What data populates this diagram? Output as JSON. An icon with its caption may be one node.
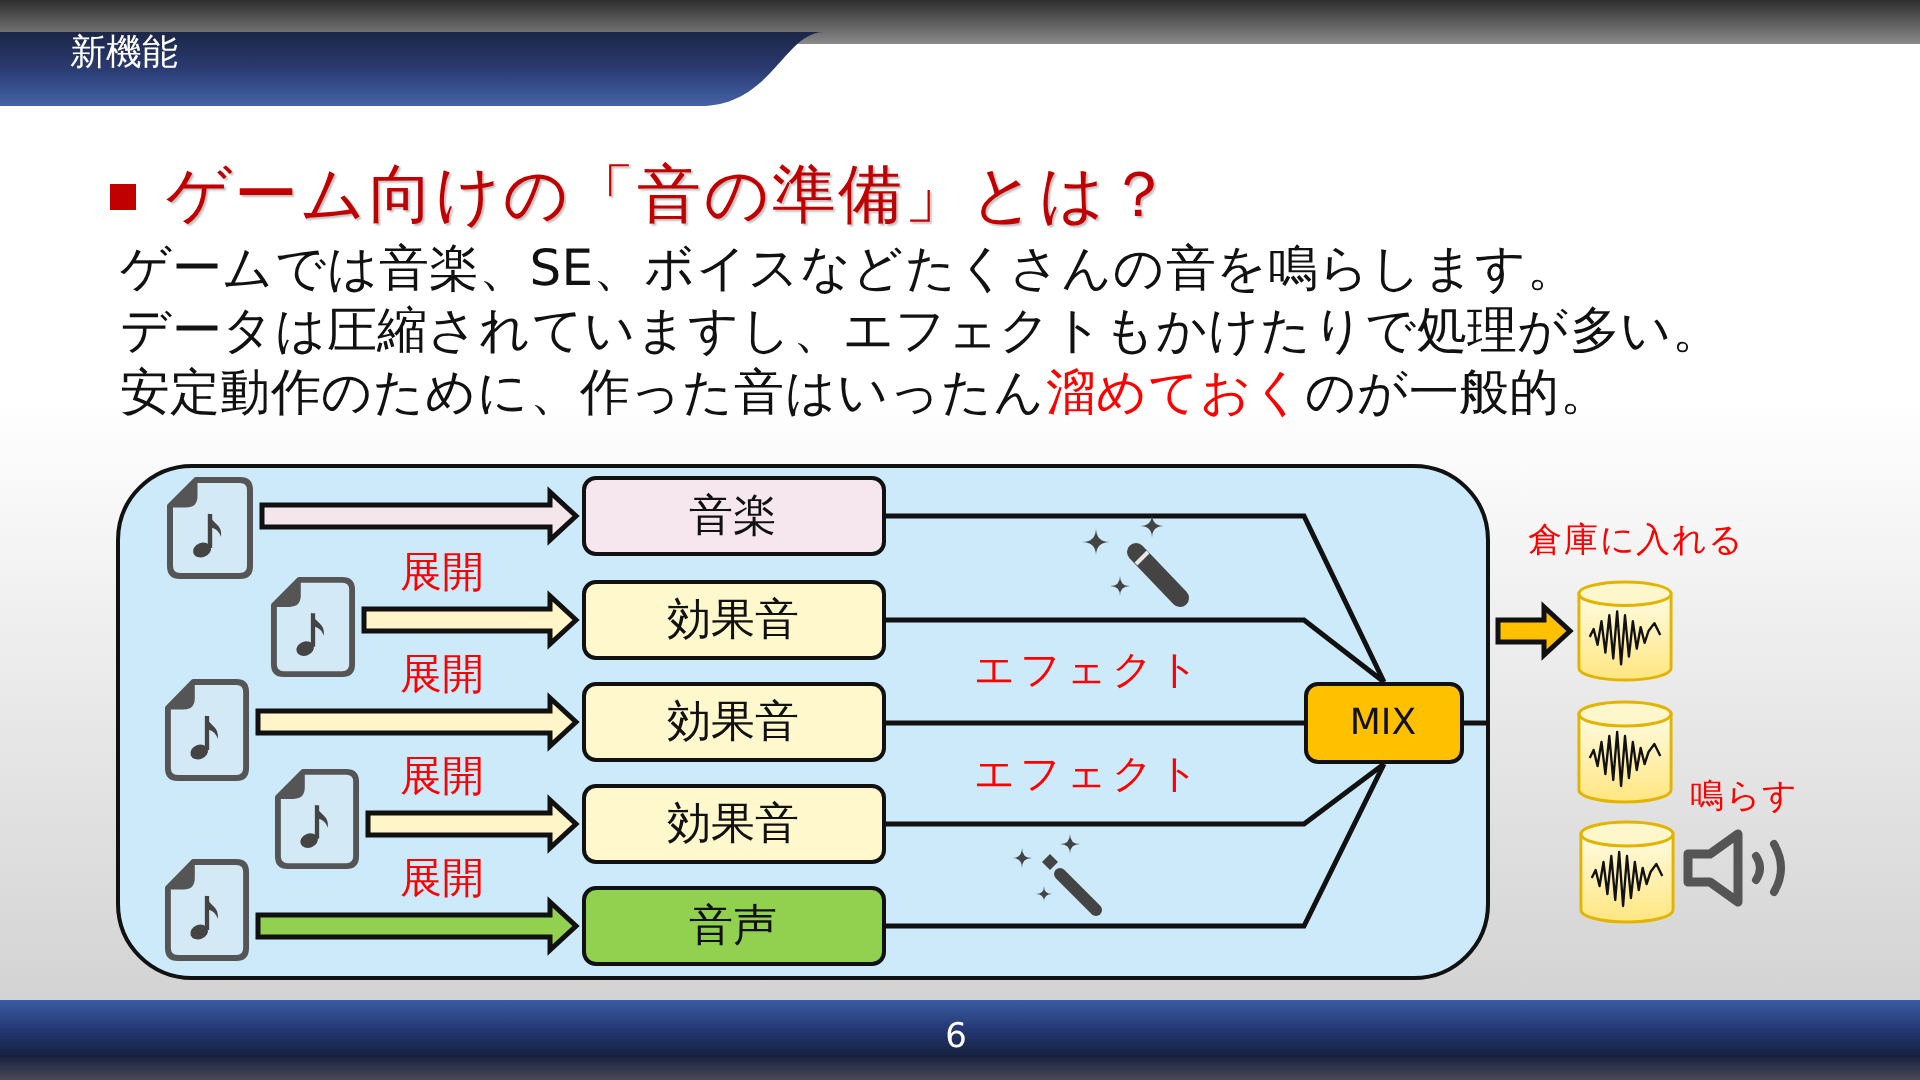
{
  "diagram": {
    "title": "ゲーム向けの「音の準備」とは？",
    "nodes": [
      {
        "text": [],
        "shape": "box"
      },
      {
        "text": [],
        "shape": "picture",
        "in": 0
      },
      {
        "text": [
          "音楽"
        ],
        "in": 0
      },
      {
        "text": [],
        "shape": "picture",
        "in": 0
      },
      {
        "text": [
          "効果音"
        ],
        "in": 0
      },
      {
        "text": [],
        "shape": "picture",
        "in": 0
      },
      {
        "text": [
          "効果音"
        ],
        "in": 0
      },
      {
        "text": [],
        "shape": "picture",
        "in": 0
      },
      {
        "text": [
          "効果音"
        ],
        "in": 0
      },
      {
        "text": [],
        "shape": "picture",
        "in": 0
      },
      {
        "text": [
          "音声"
        ],
        "in": 0
      },
      {
        "text": [
          "MIX"
        ],
        "in": 0
      },
      {
        "text": [],
        "shape": "cylinder",
        "beside": [
          "倉庫に入れる"
        ]
      },
      {
        "text": [],
        "shape": "cylinder"
      },
      {
        "text": [],
        "shape": "cylinder"
      }
    ],
    "edges": [
      {
        "from": 1,
        "to": 2,
        "arrow": "to",
        "color": "#f5e6ec"
      },
      {
        "from": 3,
        "to": 4,
        "arrow": "to",
        "label": "展開"
      },
      {
        "from": 5,
        "to": 6,
        "arrow": "to",
        "label": "展開"
      },
      {
        "from": 7,
        "to": 8,
        "arrow": "to",
        "label": "展開"
      },
      {
        "from": 9,
        "to": 10,
        "arrow": "to",
        "label": "展開",
        "color": "#92d050"
      },
      {
        "from": 2,
        "to": 11,
        "arrow": "none"
      },
      {
        "from": 4,
        "to": 11,
        "arrow": "none"
      },
      {
        "from": 6,
        "to": 11,
        "arrow": "none"
      },
      {
        "from": 8,
        "to": 11,
        "arrow": "none"
      },
      {
        "from": 10,
        "to": 11,
        "arrow": "none"
      },
      {
        "from": 11,
        "to": 0,
        "arrow": "none"
      },
      {
        "from": 0,
        "to": 12,
        "arrow": "to",
        "color": "#ffc000"
      }
    ],
    "labels": [
      "新機能",
      "ゲームでは音楽、SE、ボイスなどたくさんの音を鳴らします。",
      "データは圧縮されていますし、エフェクトもかけたりで処理が多い。",
      "安定動作のために、作った音はいったん**溜めておく**のが一般的。",
      "エフェクト",
      "エフェクト",
      "鳴らす",
      "6"
    ]
  }
}
